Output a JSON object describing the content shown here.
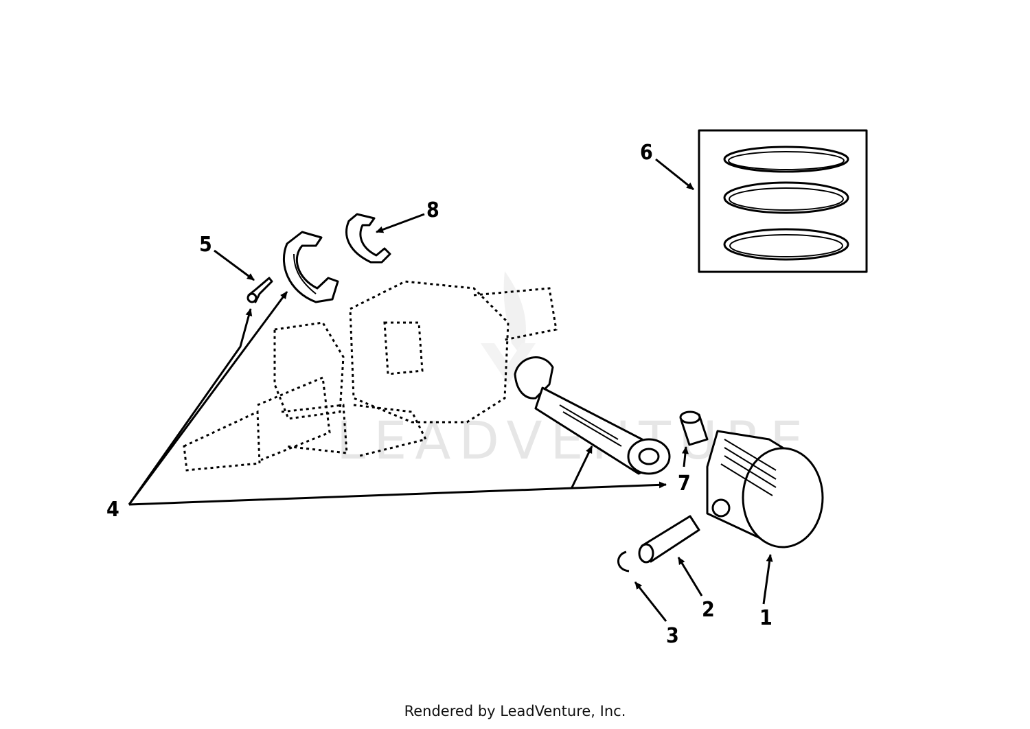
{
  "diagram": {
    "callouts": [
      {
        "id": "callout-1",
        "label": "1"
      },
      {
        "id": "callout-2",
        "label": "2"
      },
      {
        "id": "callout-3",
        "label": "3"
      },
      {
        "id": "callout-4",
        "label": "4"
      },
      {
        "id": "callout-5",
        "label": "5"
      },
      {
        "id": "callout-6",
        "label": "6"
      },
      {
        "id": "callout-7",
        "label": "7"
      },
      {
        "id": "callout-8",
        "label": "8"
      }
    ],
    "watermark": "LEADVENTURE"
  },
  "footer": {
    "text": "Rendered by LeadVenture, Inc."
  }
}
